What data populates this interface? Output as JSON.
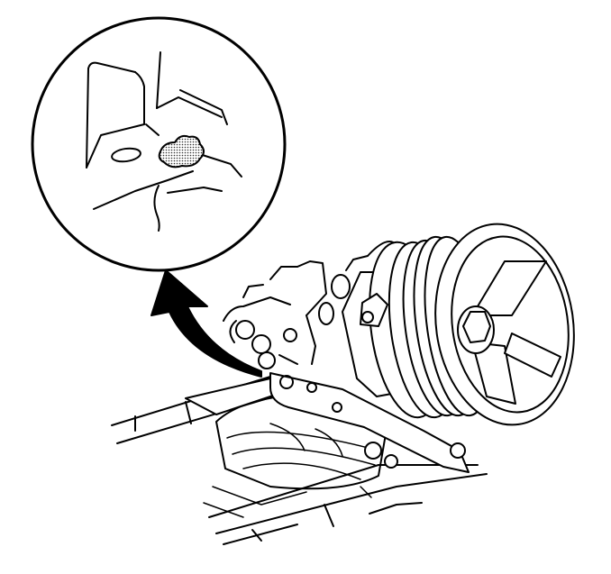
{
  "figure": {
    "kind": "technical-line-illustration",
    "colors": {
      "ink": "#000000",
      "paper": "#ffffff",
      "sealant_stipple": "#9a9a9a"
    },
    "detail_callout": {
      "shape": "circle",
      "content": "sealant-dab-at-joint"
    },
    "arrow": {
      "direction": "up-left",
      "from": "engine-joint",
      "to": "detail-callout"
    }
  }
}
